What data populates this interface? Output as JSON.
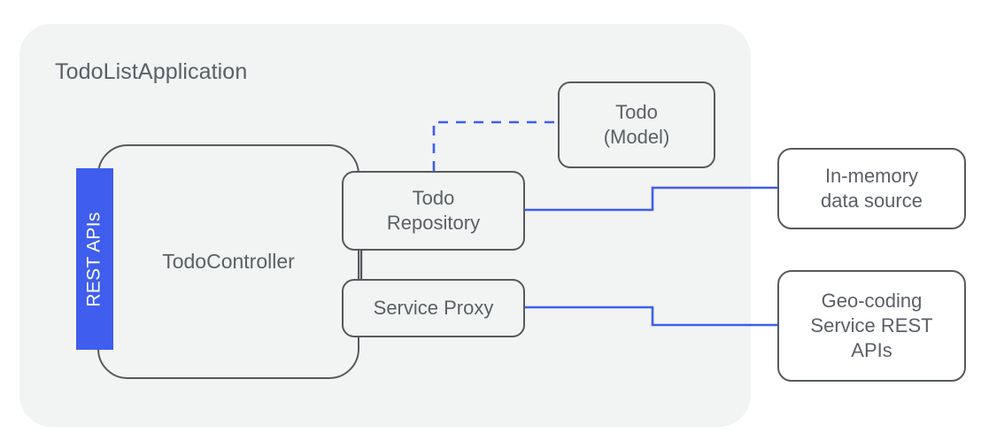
{
  "diagram": {
    "type": "architecture-block-diagram",
    "title": "TodoListApplication",
    "colors": {
      "panel_background": "#f2f4f3",
      "node_border": "#565a5e",
      "node_text": "#5b5f66",
      "accent_blue": "#3f5eed",
      "connector_blue": "#3f5eed",
      "connector_gray": "#565a5e",
      "canvas_background": "#ffffff"
    },
    "container": {
      "label": "TodoListApplication",
      "name": "todo-list-application-panel"
    },
    "nodes": [
      {
        "id": "rest-apis",
        "label": "REST APIs",
        "style": "filled-blue-vertical"
      },
      {
        "id": "todo-controller",
        "label": "TodoController",
        "style": "rounded-large"
      },
      {
        "id": "todo-repository",
        "label_line1": "Todo",
        "label_line2": "Repository",
        "style": "rounded"
      },
      {
        "id": "service-proxy",
        "label": "Service Proxy",
        "style": "rounded"
      },
      {
        "id": "todo-model",
        "label_line1": "Todo",
        "label_line2": "(Model)",
        "style": "rounded"
      },
      {
        "id": "in-memory-data-source",
        "label_line1": "In-memory",
        "label_line2": "data source",
        "style": "rounded-white"
      },
      {
        "id": "geo-coding-service",
        "label_line1": "Geo-coding",
        "label_line2": "Service REST",
        "label_line3": "APIs",
        "style": "rounded-white"
      }
    ],
    "connectors": [
      {
        "from": "todo-repository",
        "to": "todo-model",
        "style": "dashed",
        "color": "#3f5eed"
      },
      {
        "from": "todo-repository",
        "to": "in-memory-data-source",
        "style": "solid",
        "color": "#3f5eed"
      },
      {
        "from": "service-proxy",
        "to": "geo-coding-service",
        "style": "solid",
        "color": "#3f5eed"
      },
      {
        "from": "todo-repository",
        "to": "service-proxy",
        "style": "solid",
        "color": "#565a5e"
      }
    ]
  }
}
